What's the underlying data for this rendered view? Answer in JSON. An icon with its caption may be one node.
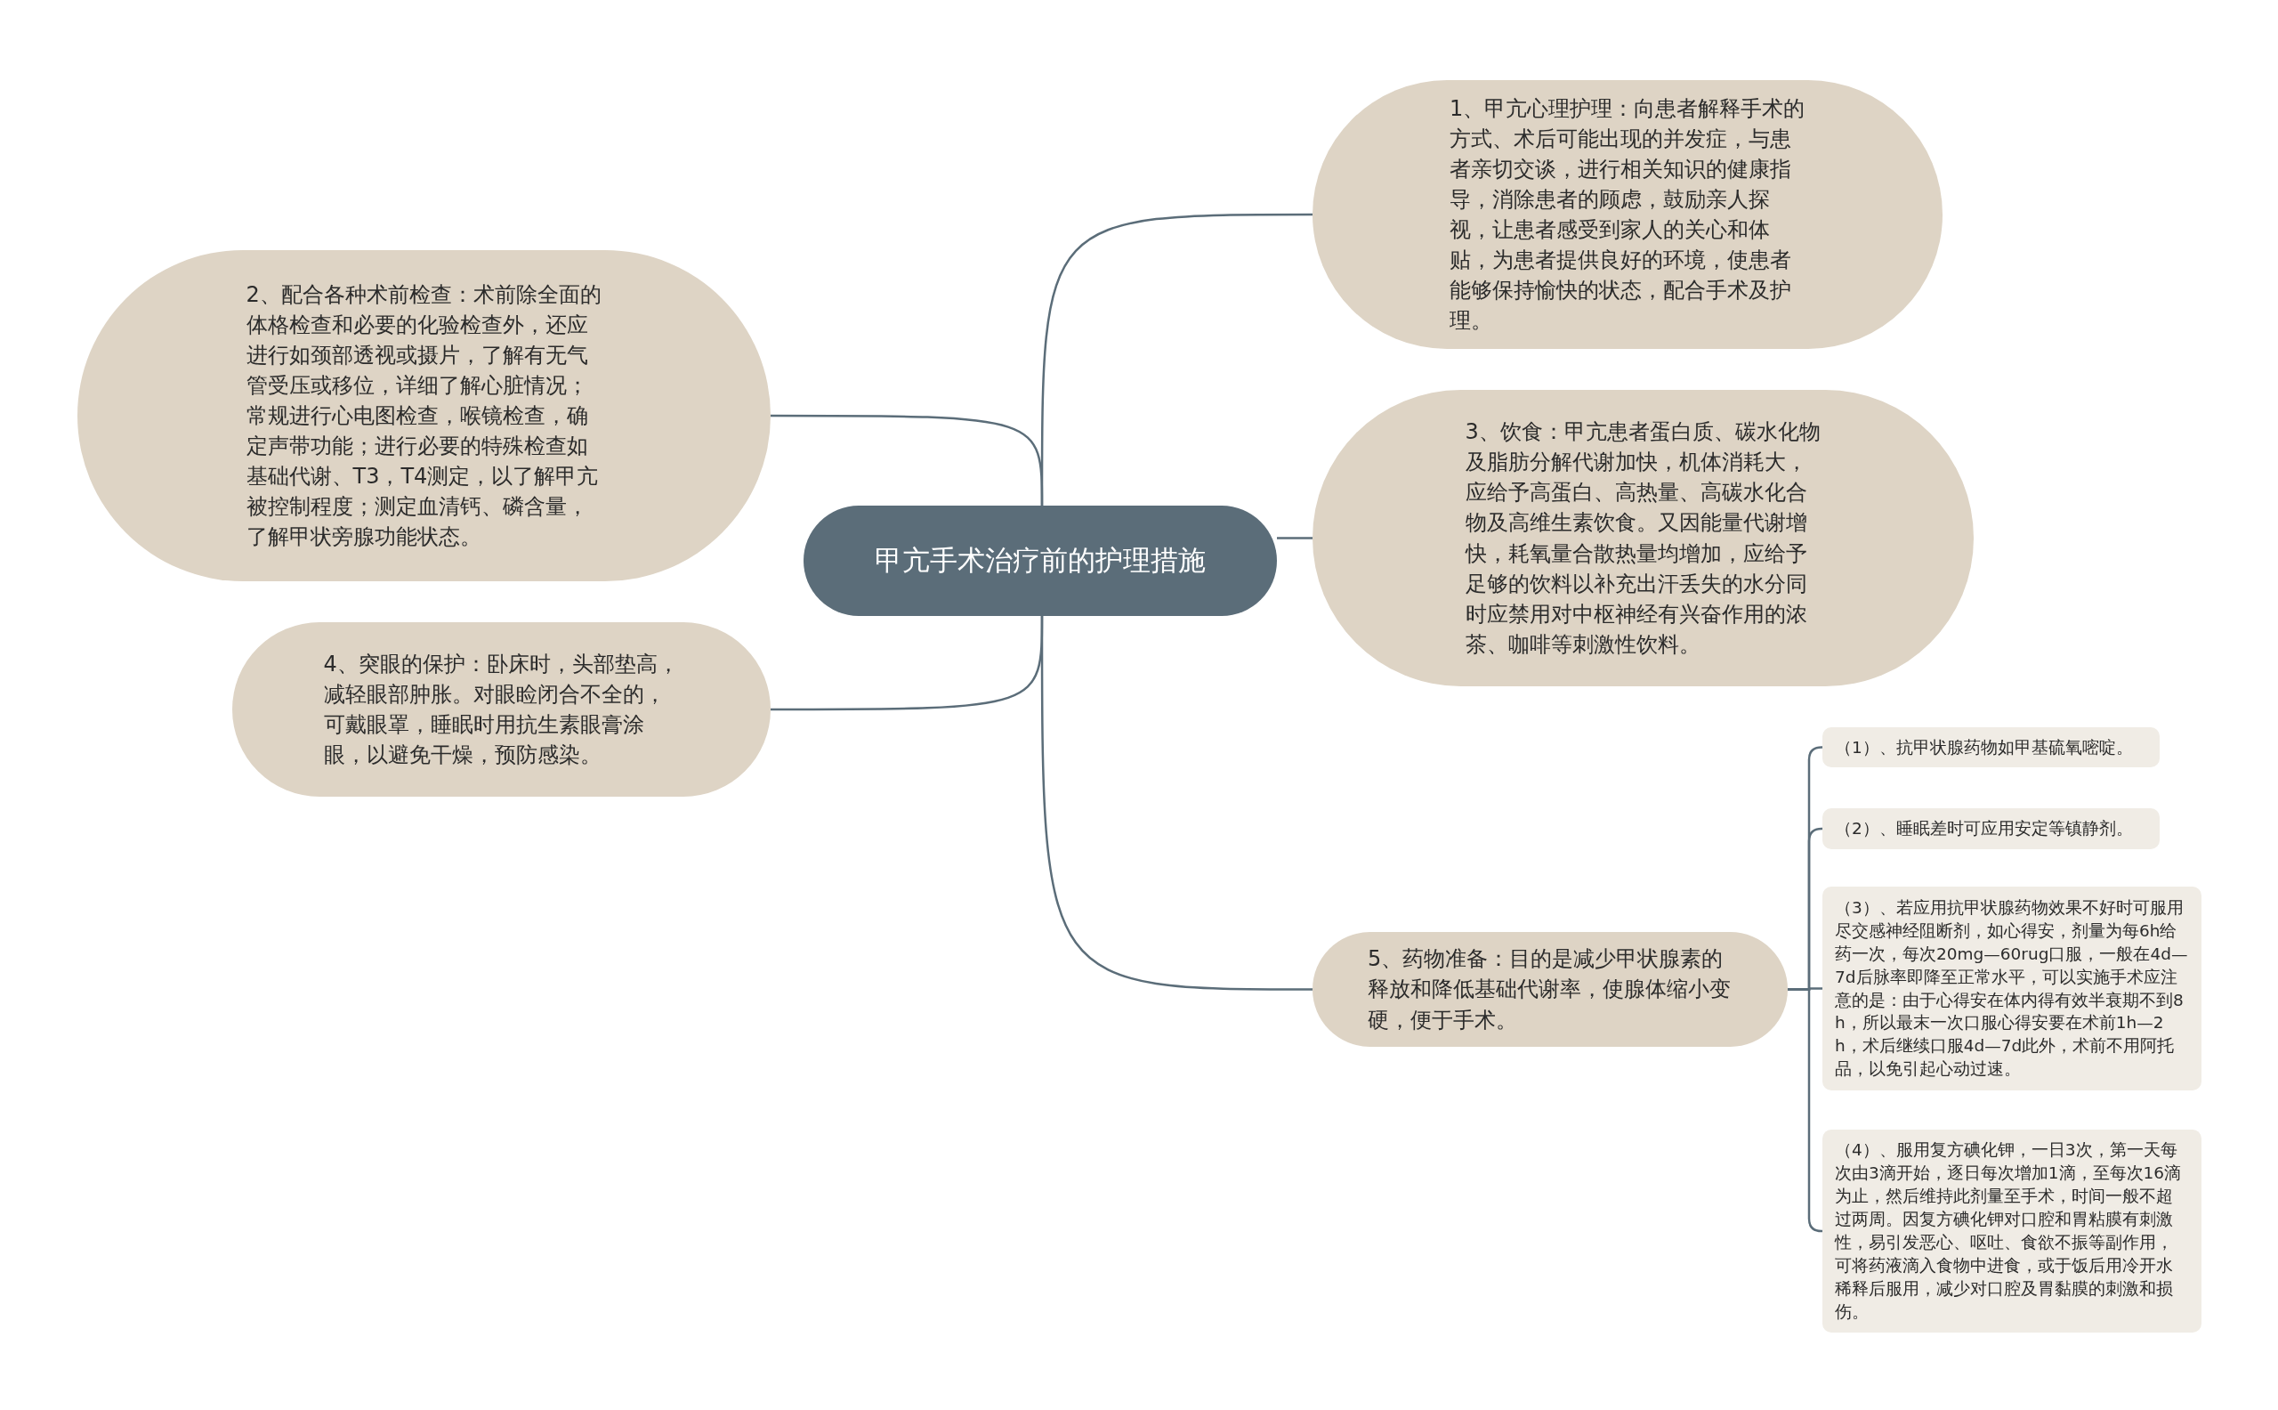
{
  "diagram": {
    "nodes": [
      {
        "text": [
          "甲亢手术治疗前的护理措施"
        ]
      },
      {
        "text": [
          "1、甲亢心理护理：向患者解释手术的方式、术后可能出现的并发症，与患者亲切交谈，进行相关知识的健康指导，消除患者的顾虑，鼓励亲人探视，让患者感受到家人的关心和体贴，为患者提供良好的环境，使患者能够保持愉快的状态，配合手术及护理。"
        ]
      },
      {
        "text": [
          "2、配合各种术前检查：术前除全面的体格检查和必要的化验检查外，还应进行如颈部透视或摄片，了解有无气管受压或移位，详细了解心脏情况；常规进行心电图检查，喉镜检查，确定声带功能；进行必要的特殊检查如基础代谢、T3，T4测定，以了解甲亢被控制程度；测定血清钙、磷含量，了解甲状旁腺功能状态。"
        ]
      },
      {
        "text": [
          "3、饮食：甲亢患者蛋白质、碳水化物及脂肪分解代谢加快，机体消耗大，应给予高蛋白、高热量、高碳水化合物及高维生素饮食。又因能量代谢增快，耗氧量合散热量均增加，应给予足够的饮料以补充出汗丢失的水分同时应禁用对中枢神经有兴奋作用的浓茶、咖啡等刺激性饮料。"
        ]
      },
      {
        "text": [
          "4、突眼的保护：卧床时，头部垫高，减轻眼部肿胀。对眼睑闭合不全的，可戴眼罩，睡眠时用抗生素眼膏涂眼，以避免干燥，预防感染。"
        ]
      },
      {
        "text": [
          "5、药物准备：目的是减少甲状腺素的释放和降低基础代谢率，使腺体缩小变硬，便于手术。"
        ]
      },
      {
        "text": [
          "（1）、抗甲状腺药物如甲基硫氧嘧啶。"
        ]
      },
      {
        "text": [
          "（2）、睡眠差时可应用安定等镇静剂。"
        ]
      },
      {
        "text": [
          "（3）、若应用抗甲状腺药物效果不好时可服用尽交感神经阻断剂，如心得安，剂量为每6h给药一次，每次20mg—60rug口服，一般在4d—7d后脉率即降至正常水平，可以实施手术应注意的是：由于心得安在体内得有效半衰期不到8h，所以最末一次口服心得安要在术前1h—2h，术后继续口服4d—7d此外，术前不用阿托品，以免引起心动过速。"
        ]
      },
      {
        "text": [
          "（4）、服用复方碘化钾，一日3次，第一天每次由3滴开始，逐日每次增加1滴，至每次16滴为止，然后维持此剂量至手术，时间一般不超过两周。因复方碘化钾对口腔和胃粘膜有刺激性，易引发恶心、呕吐、食欲不振等副作用，可将药液滴入食物中进食，或于饭后用冷开水稀释后服用，减少对口腔及胃黏膜的刺激和损伤。"
        ]
      }
    ],
    "edges": [
      {
        "from": 0,
        "to": 1,
        "arrow": "none"
      },
      {
        "from": 0,
        "to": 2,
        "arrow": "none"
      },
      {
        "from": 0,
        "to": 3,
        "arrow": "none"
      },
      {
        "from": 0,
        "to": 4,
        "arrow": "none"
      },
      {
        "from": 0,
        "to": 5,
        "arrow": "none"
      },
      {
        "from": 5,
        "to": 6,
        "arrow": "none"
      },
      {
        "from": 5,
        "to": 7,
        "arrow": "none"
      },
      {
        "from": 5,
        "to": 8,
        "arrow": "none"
      },
      {
        "from": 5,
        "to": 9,
        "arrow": "none"
      }
    ]
  }
}
